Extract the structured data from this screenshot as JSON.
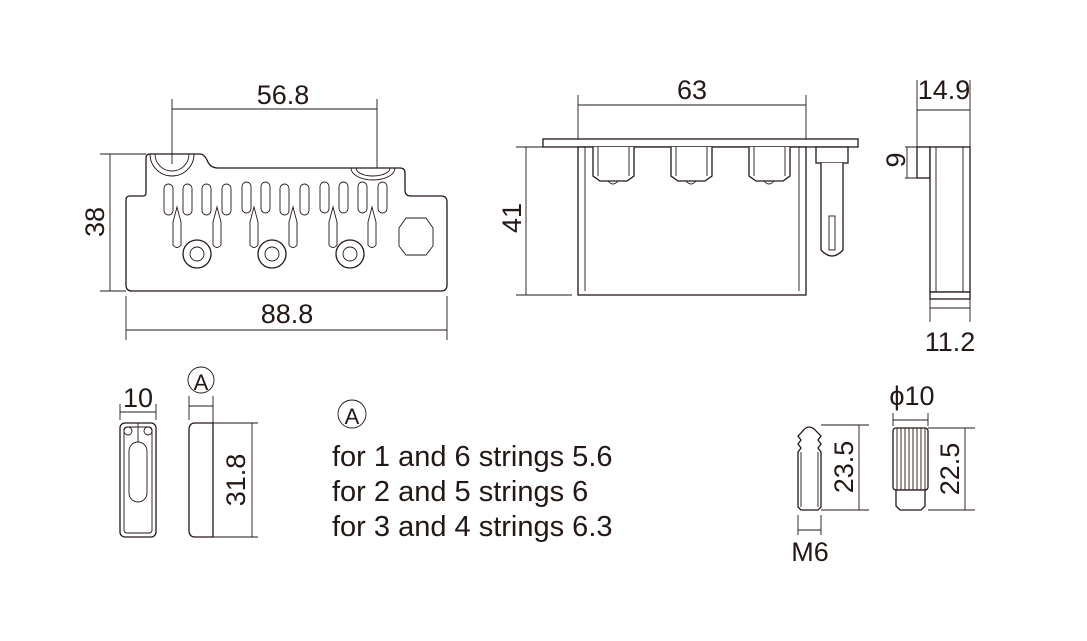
{
  "drawings": {
    "top_view": {
      "width_between_posts": "56.8",
      "height": "38",
      "overall_width": "88.8"
    },
    "front_view": {
      "post_spacing": "63",
      "height": "41"
    },
    "side_view": {
      "top_width": "14.9",
      "tab_height": "9",
      "base_width": "11.2"
    },
    "saddle": {
      "width": "10",
      "detail_marker": "A",
      "length": "31.8"
    },
    "saddle_note": {
      "marker": "A",
      "lines": [
        "for 1 and 6 strings 5.6",
        "for 2 and 5 strings 6",
        "for 3 and 4 strings 6.3"
      ]
    },
    "stud": {
      "length": "23.5",
      "thread": "M6"
    },
    "anchor": {
      "diameter": "ϕ10",
      "length": "22.5"
    }
  }
}
